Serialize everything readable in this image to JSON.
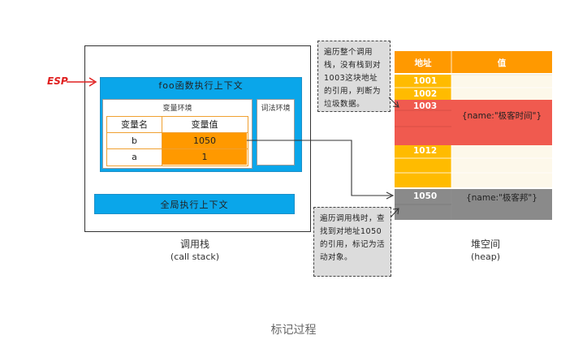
{
  "call_stack": {
    "esp_label": "ESP",
    "foo_context_title": "foo函数执行上下文",
    "variable_env_title": "变量环境",
    "lexical_env_title": "词法环境",
    "var_table": {
      "headers": [
        "变量名",
        "变量值"
      ],
      "rows": [
        {
          "name": "b",
          "value": "1050"
        },
        {
          "name": "a",
          "value": "1"
        }
      ]
    },
    "global_context_title": "全局执行上下文",
    "label": "调用栈",
    "sublabel": "(call stack)"
  },
  "heap": {
    "headers": [
      "地址",
      "值"
    ],
    "rows": [
      {
        "address": "1001",
        "value": ""
      },
      {
        "address": "1002",
        "value": ""
      },
      {
        "address": "1003",
        "value": "{name:\"极客时间\"}"
      },
      {
        "address": "1012",
        "value": ""
      },
      {
        "address": "1050",
        "value": "{name:\"极客邦\"}"
      }
    ],
    "label": "堆空间",
    "sublabel": "(heap)"
  },
  "notes": {
    "top": "遍历整个调用栈，没有栈到对1003这块地址的引用，判断为垃圾数据。",
    "bottom": "遍历调用栈时，查找到对地址1050的引用，标记为活动对象。"
  },
  "caption": "标记过程",
  "colors": {
    "blue": "#0aa6ea",
    "orange": "#ff9900",
    "yellow": "#ffbb00",
    "red": "#f05a4f",
    "gray": "#8a8a8a",
    "cream": "#fdf8ea"
  }
}
